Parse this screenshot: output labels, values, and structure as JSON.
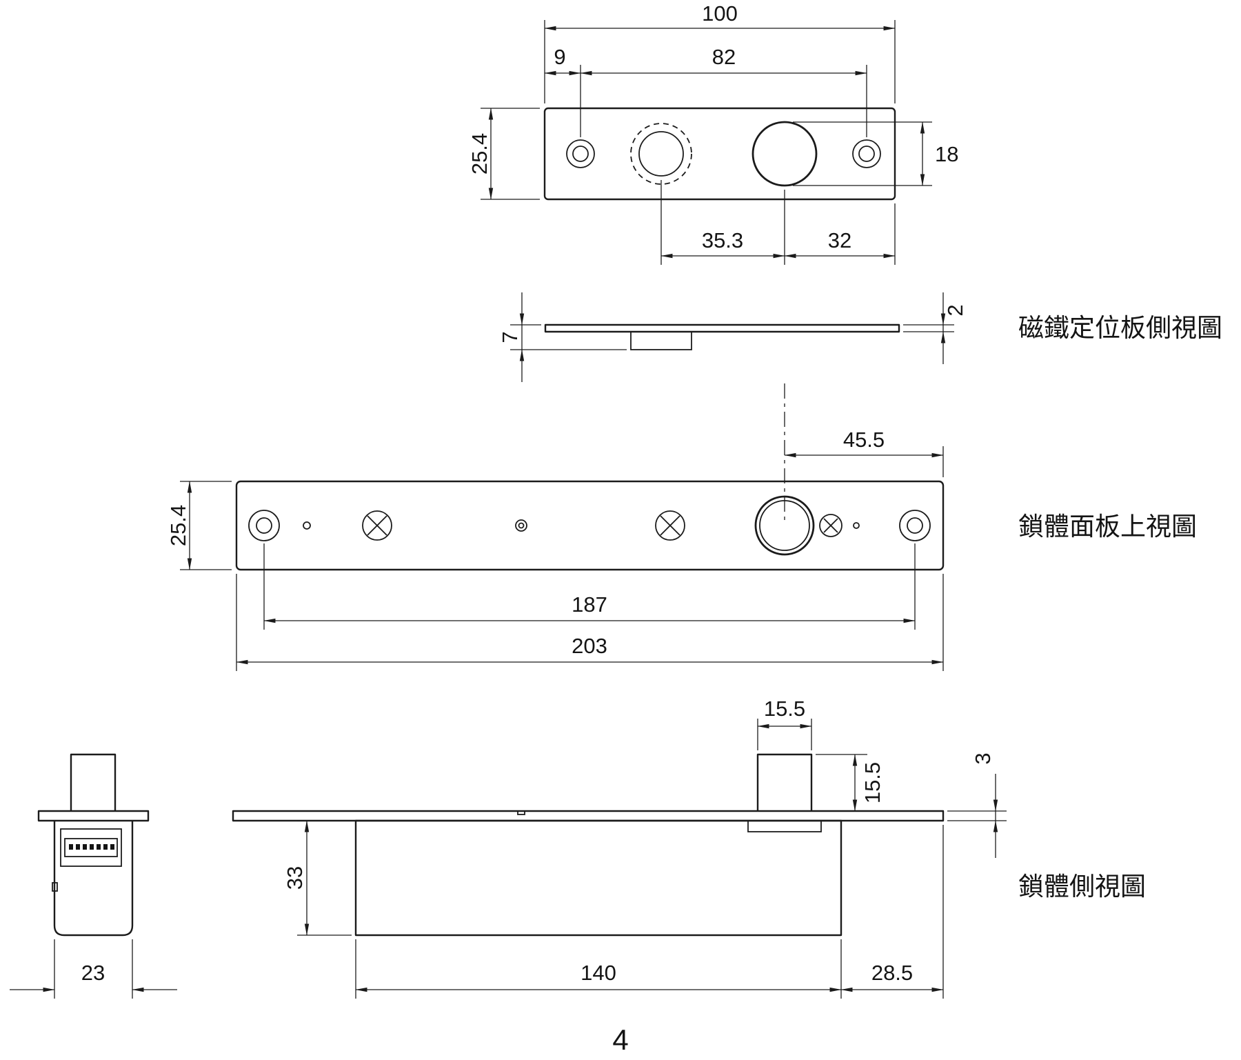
{
  "page_number": "4",
  "labels": {
    "magnet_plate_side_view": "磁鐵定位板側視圖",
    "lock_panel_top_view": "鎖體面板上視圖",
    "lock_body_side_view": "鎖體側視圖"
  },
  "dimensions": {
    "top_view": {
      "overall_width": "100",
      "edge_to_hole": "9",
      "hole_span": "82",
      "plate_depth": "25.4",
      "bolt_hole_dia": "18",
      "magnet_to_bolt": "35.3",
      "bolt_to_edge": "32"
    },
    "magnet_side": {
      "boss_height": "7",
      "plate_thickness": "2"
    },
    "panel_top": {
      "bolt_to_end": "45.5",
      "panel_depth": "25.4",
      "hole_span": "187",
      "overall_length": "203"
    },
    "body_side": {
      "bolt_width": "15.5",
      "bolt_height": "15.5",
      "faceplate_thickness": "3",
      "body_height": "33",
      "body_length": "140",
      "body_to_end": "28.5"
    },
    "end_view": {
      "body_width": "23"
    }
  }
}
